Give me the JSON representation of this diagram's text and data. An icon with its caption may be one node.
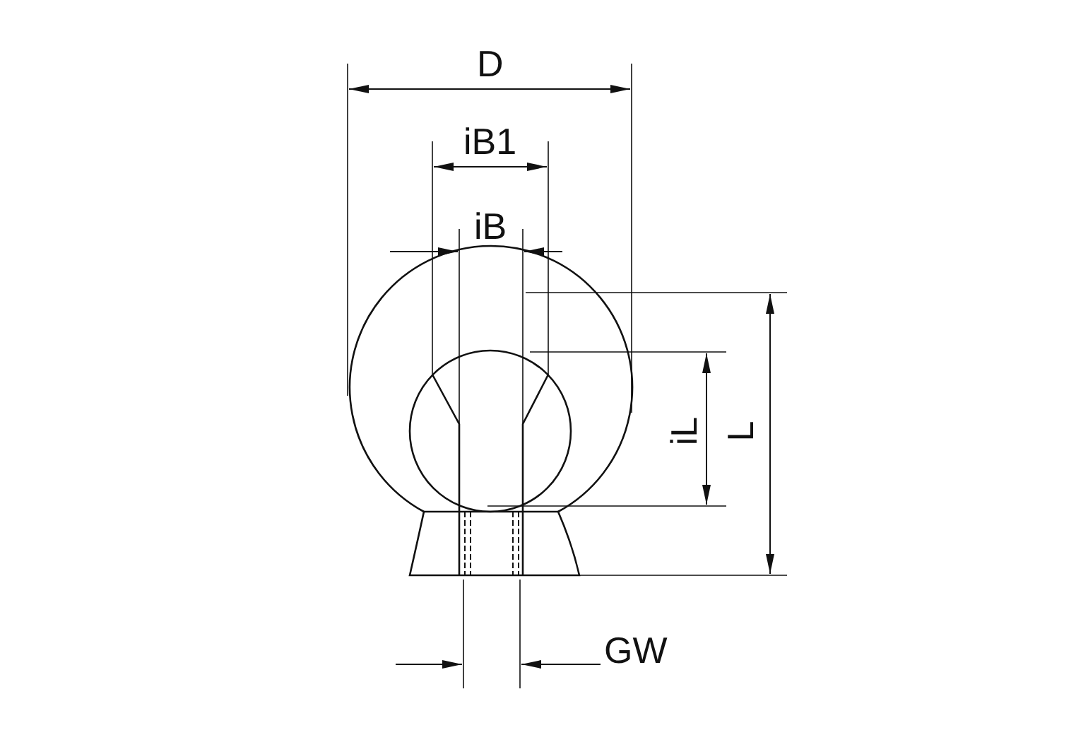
{
  "diagram": {
    "labels": [
      "D",
      "iB1",
      "iB",
      "iL",
      "L",
      "GW"
    ]
  }
}
